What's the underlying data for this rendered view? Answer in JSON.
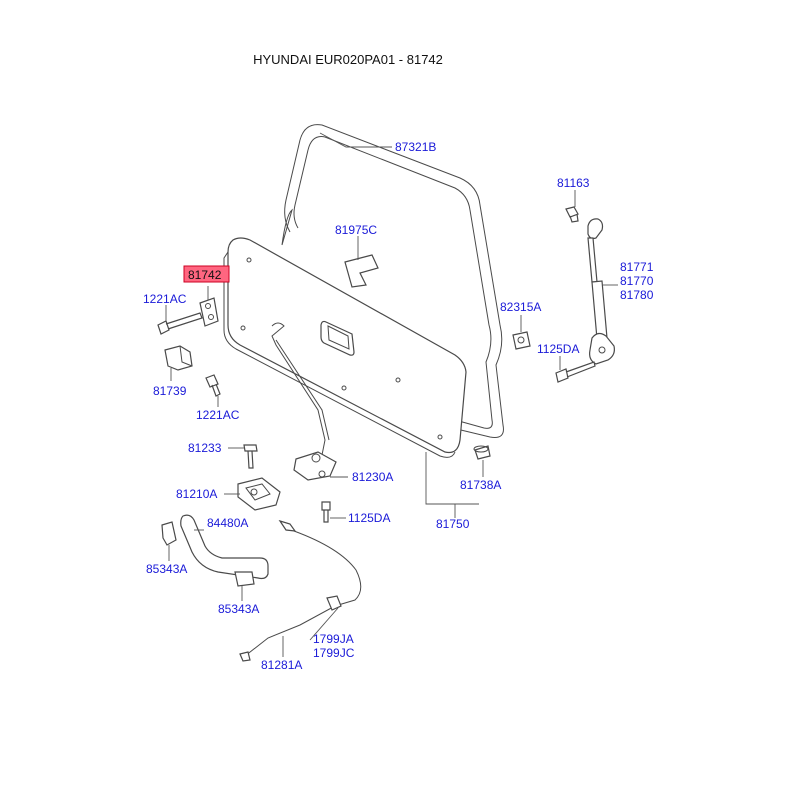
{
  "title": "HYUNDAI EUR020PA01 - 81742",
  "highlight_color": "#ff6680",
  "label_color": "#1a1ad8",
  "labels": {
    "p87321B": "87321B",
    "p81163": "81163",
    "p81975C": "81975C",
    "p81771": "81771",
    "p81770": "81770",
    "p81780": "81780",
    "p81742": "81742",
    "p1221AC_top": "1221AC",
    "p82315A": "82315A",
    "p1125DA_right": "1125DA",
    "p81739": "81739",
    "p1221AC_bottom": "1221AC",
    "p81233": "81233",
    "p81230A": "81230A",
    "p81738A": "81738A",
    "p81210A": "81210A",
    "p1125DA_bottom": "1125DA",
    "p81750": "81750",
    "p84480A": "84480A",
    "p85343A_left": "85343A",
    "p85343A_right": "85343A",
    "p1799JA": "1799JA",
    "p1799JC": "1799JC",
    "p81281A": "81281A"
  }
}
